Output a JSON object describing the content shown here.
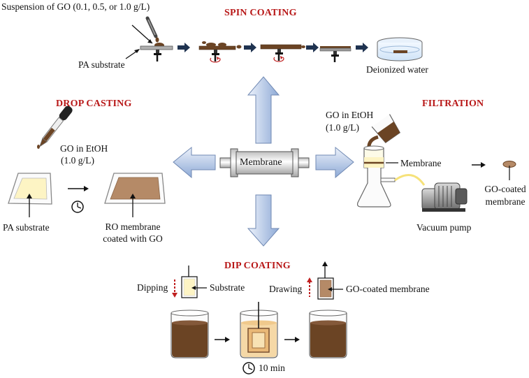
{
  "sections": {
    "spin_coating": {
      "title": "SPIN COATING",
      "suspension_label": "Suspension of GO (0.1, 0.5, or 1.0 g/L)",
      "substrate_label": "PA substrate",
      "water_label": "Deionized water"
    },
    "drop_casting": {
      "title": "DROP CASTING",
      "go_label_line1": "GO in EtOH",
      "go_label_line2": "(1.0 g/L)",
      "substrate_label": "PA substrate",
      "result_line1": "RO membrane",
      "result_line2": "coated with GO"
    },
    "filtration": {
      "title": "FILTRATION",
      "go_label_line1": "GO in EtOH",
      "go_label_line2": "(1.0 g/L)",
      "membrane_label": "Membrane",
      "pump_label": "Vacuum pump",
      "result_line1": "GO-coated",
      "result_line2": "membrane"
    },
    "dip_coating": {
      "title": "DIP COATING",
      "dipping_label": "Dipping",
      "substrate_label": "Substrate",
      "drawing_label": "Drawing",
      "coated_label": "GO-coated membrane",
      "time_label": "10 min"
    }
  },
  "center": {
    "label": "Membrane"
  },
  "colors": {
    "title_red": "#b81818",
    "go_brown": "#6b4424",
    "coated_brown": "#b58a67",
    "pale_yellow": "#fdf4c4",
    "arrow_blue_light": "#e6eef9",
    "arrow_blue_dark": "#8eaad6",
    "dark_navy_arrow": "#1f3350"
  }
}
